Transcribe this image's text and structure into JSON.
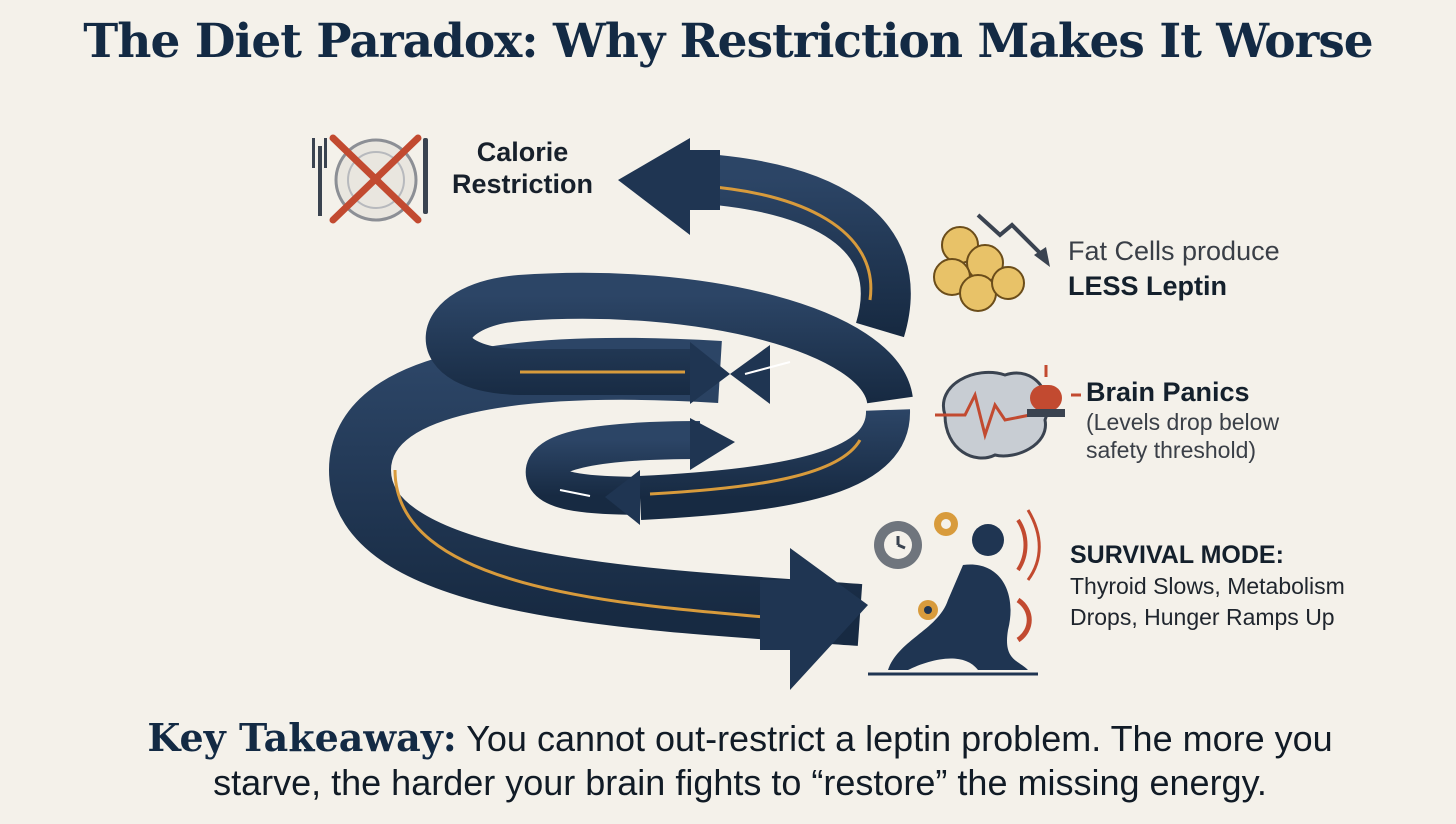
{
  "title": "The Diet Paradox: Why Restriction Makes It Worse",
  "steps": {
    "restriction": {
      "line1": "Calorie",
      "line2": "Restriction",
      "icon": "crossed-plate-icon"
    },
    "fat_cells": {
      "line1": "Fat Cells produce",
      "line2": "LESS Leptin",
      "icon": "fat-cells-down-arrow-icon"
    },
    "brain": {
      "head": "Brain Panics",
      "sub1": "(Levels drop below",
      "sub2": "safety threshold)",
      "icon": "brain-alarm-icon"
    },
    "survival": {
      "head": "SURVIVAL MODE:",
      "line1": "Thyroid Slows, Metabolism",
      "line2": "Drops, Hunger Ramps Up",
      "icon": "kneeling-figure-gears-icon"
    }
  },
  "takeaway": {
    "label": "Key Takeaway:",
    "line1": "You cannot out-restrict a leptin problem. The more you",
    "line2": "starve, the harder your brain fights to “restore” the missing energy."
  },
  "colors": {
    "spiral": "#1f3552",
    "spiral_stripe": "#d89b3c",
    "accent_red": "#c24a30",
    "fat_cell": "#e8c268",
    "background": "#f4f1ea"
  }
}
